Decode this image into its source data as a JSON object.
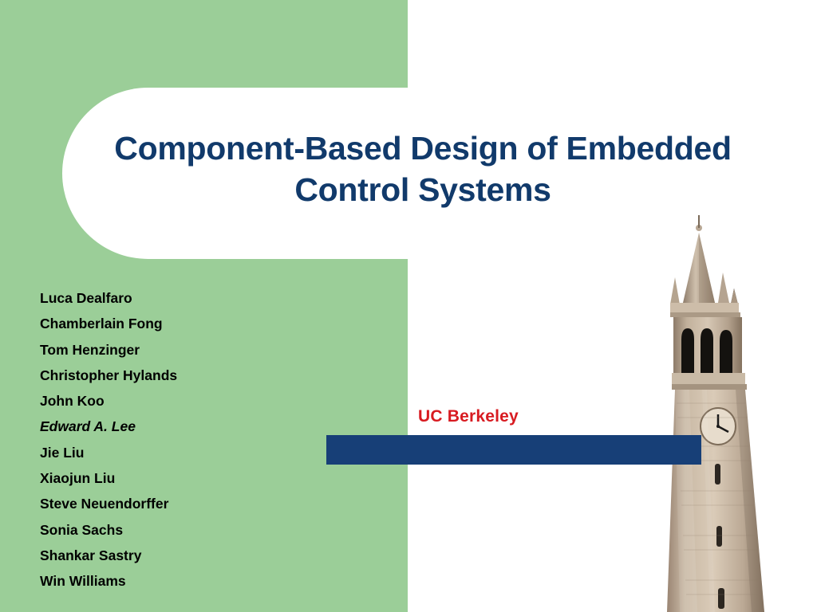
{
  "slide": {
    "title": "Component-Based Design of Embedded Control Systems",
    "affiliation": "UC Berkeley",
    "authors": [
      {
        "name": "Luca Dealfaro",
        "style": "normal"
      },
      {
        "name": "Chamberlain Fong",
        "style": "normal"
      },
      {
        "name": "Tom Henzinger",
        "style": "normal"
      },
      {
        "name": "Christopher Hylands",
        "style": "normal"
      },
      {
        "name": "John Koo",
        "style": "normal"
      },
      {
        "name": "Edward A. Lee",
        "style": "italic"
      },
      {
        "name": "Jie Liu",
        "style": "normal"
      },
      {
        "name": "Xiaojun Liu",
        "style": "normal"
      },
      {
        "name": "Steve Neuendorffer",
        "style": "normal"
      },
      {
        "name": "Sonia Sachs",
        "style": "normal"
      },
      {
        "name": "Shankar Sastry",
        "style": "normal"
      },
      {
        "name": "Win Williams",
        "style": "normal"
      }
    ],
    "image": {
      "name": "sather-tower-photo",
      "description": "Campanile clock tower photograph"
    },
    "colors": {
      "panel_green": "#9BCE98",
      "title_blue": "#113A6B",
      "bar_blue": "#173F77",
      "accent_red": "#D81B21",
      "background": "#FFFFFF"
    }
  }
}
